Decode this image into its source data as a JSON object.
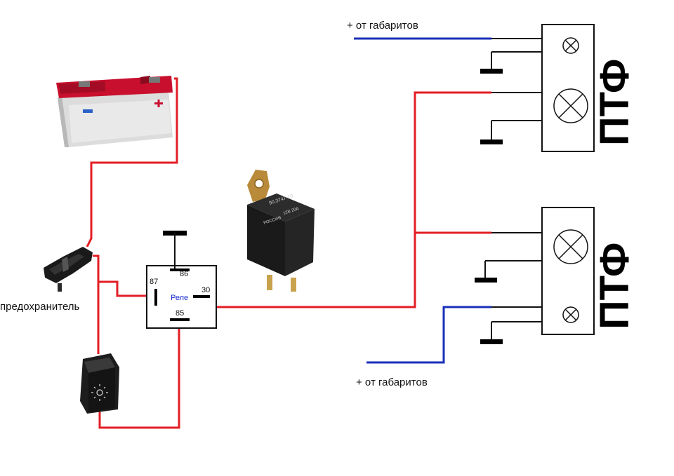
{
  "labels": {
    "marker_top": "+ от габаритов",
    "marker_bottom": "+ от габаритов",
    "fuse": "предохранитель",
    "relay_name": "Реле",
    "pin_86": "86",
    "pin_87": "87",
    "pin_30": "30",
    "pin_85": "85",
    "fog_top": "ПТФ",
    "fog_bottom": "ПТФ"
  },
  "relay_photo": {
    "code": "90.3747-10",
    "rating": "12В 20А",
    "maker": "РОССИЯ"
  },
  "colors": {
    "power_wire": "#e31e24",
    "marker_wire": "#1a2fb8",
    "ground_wire": "#111111",
    "battery_red": "#c8102e",
    "relay_box": "#222222"
  }
}
